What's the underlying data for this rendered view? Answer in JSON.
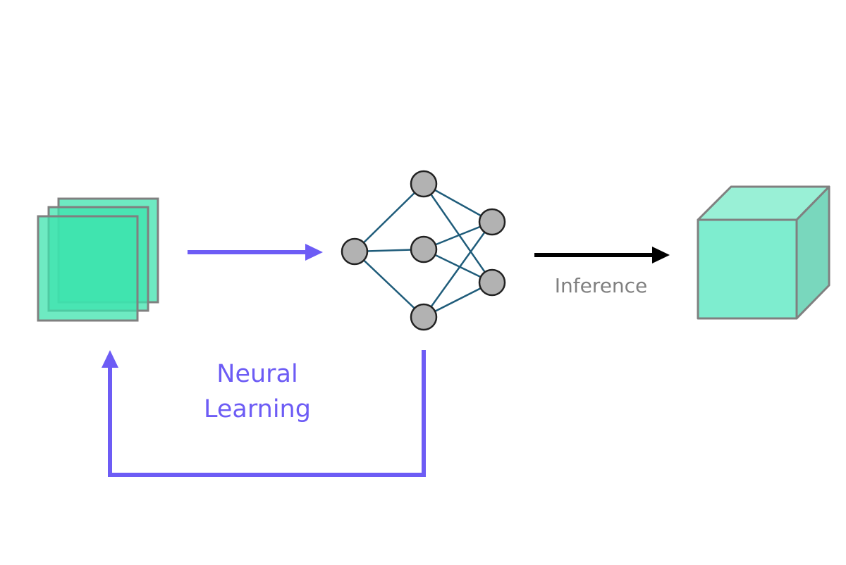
{
  "labels": {
    "neural_learning_line1": "Neural",
    "neural_learning_line2": "Learning",
    "inference": "Inference"
  },
  "colors": {
    "purple": "#6d5cf5",
    "black": "#000000",
    "inference_text": "#808080",
    "teal_fill": "#3de3ae",
    "cube_front": "#7eedcf",
    "cube_top": "#99f0d6",
    "cube_side": "#79d7bd",
    "node_fill": "#b2b2b2",
    "node_stroke": "#222222",
    "edge": "#1f5c7a",
    "outline": "#808080"
  },
  "icons": {
    "input_stack": "stacked-pages-icon",
    "network": "neural-network-icon",
    "output": "cube-icon"
  }
}
